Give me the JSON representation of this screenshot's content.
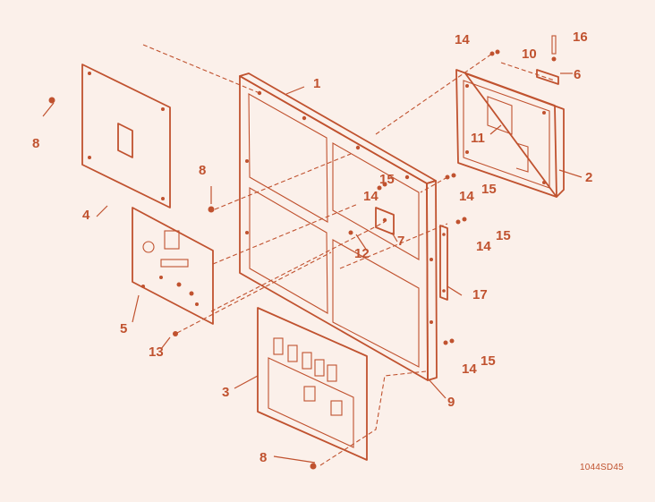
{
  "diagram": {
    "callouts": [
      "1",
      "2",
      "3",
      "4",
      "5",
      "6",
      "7",
      "8",
      "8",
      "8",
      "9",
      "10",
      "11",
      "12",
      "13",
      "14",
      "14",
      "14",
      "14",
      "14",
      "15",
      "15",
      "15",
      "15",
      "16",
      "17"
    ],
    "figure_id": "1044SD45"
  },
  "colors": {
    "line": "#c0522f",
    "background": "#fbf0ea"
  }
}
